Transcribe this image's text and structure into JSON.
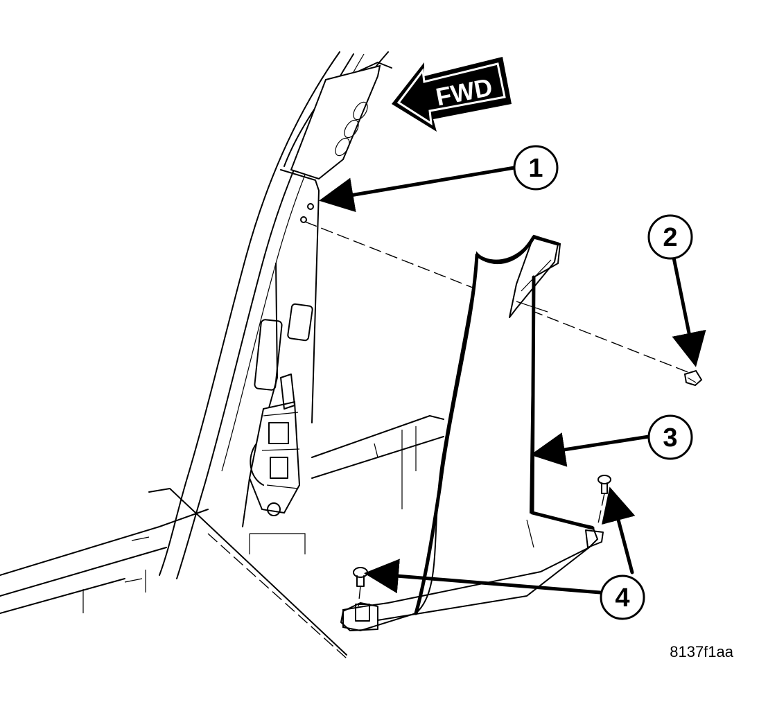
{
  "diagram": {
    "direction_label": "FWD",
    "figure_id": "8137f1aa",
    "callouts": [
      {
        "number": "1"
      },
      {
        "number": "2"
      },
      {
        "number": "3"
      },
      {
        "number": "4"
      }
    ]
  }
}
